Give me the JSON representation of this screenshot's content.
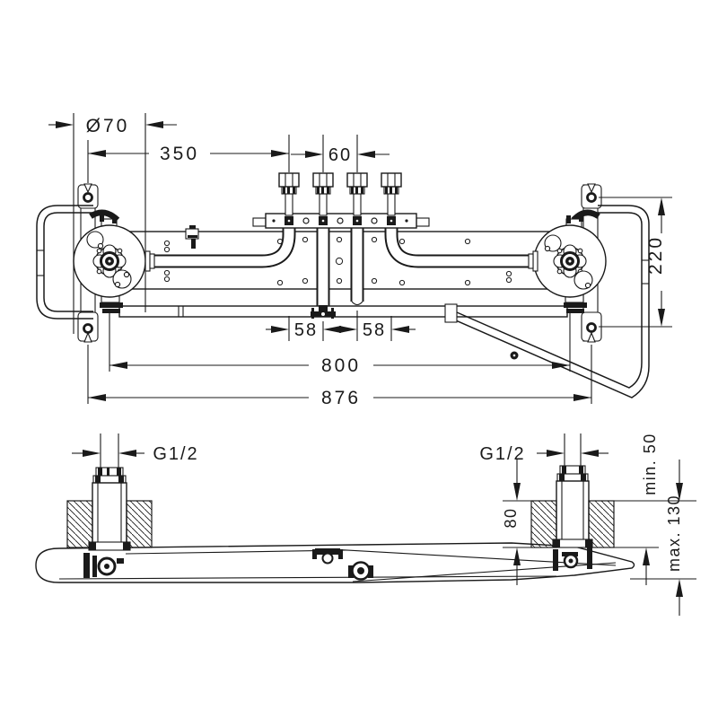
{
  "title": "shower bar basic set installation drawing",
  "dimensions": {
    "d70": "Ø70",
    "d350": "350",
    "d60": "60",
    "d220": "220",
    "d58a": "58",
    "d58b": "58",
    "d800": "800",
    "d876": "876",
    "g12_left": "G1/2",
    "g12_right": "G1/2",
    "d80": "80",
    "dmin": "min. 50",
    "dmax": "max. 130"
  },
  "colors": {
    "line": "#1a1a1a",
    "background": "#ffffff"
  }
}
